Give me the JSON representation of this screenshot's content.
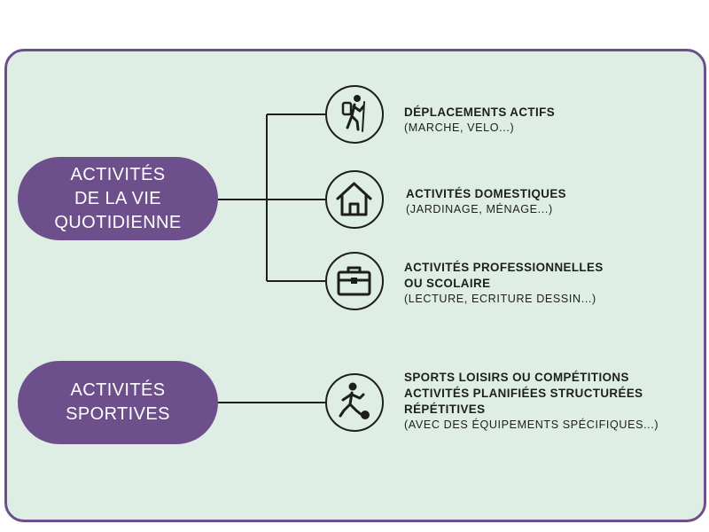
{
  "groups": {
    "daily": {
      "line1": "ACTIVITÉS",
      "line2": "DE LA VIE",
      "line3": "QUOTIDIENNE"
    },
    "sports": {
      "line1": "ACTIVITÉS",
      "line2": "SPORTIVES"
    }
  },
  "items": {
    "active_travel": {
      "icon": "hiker-icon",
      "title": "DÉPLACEMENTS ACTIFS",
      "sub": "(MARCHE, VELO...)"
    },
    "domestic": {
      "icon": "house-icon",
      "title": "ACTIVITÉS DOMESTIQUES",
      "sub": "(JARDINAGE, MÉNAGE...)"
    },
    "professional": {
      "icon": "briefcase-icon",
      "title1": "ACTIVITÉS PROFESSIONNELLES",
      "title2": "OU SCOLAIRE",
      "sub": "(LECTURE, ECRITURE DESSIN...)"
    },
    "sports": {
      "icon": "football-player-icon",
      "title1": "SPORTS LOISIRS OU COMPÉTITIONS",
      "title2": "ACTIVITÉS PLANIFIÉES STRUCTURÉES",
      "title3": "RÉPÉTITIVES",
      "sub": "(AVEC DES ÉQUIPEMENTS SPÉCIFIQUES...)"
    }
  },
  "colors": {
    "accent": "#6d4f8c",
    "panel": "#deeee4",
    "ink": "#1e1e1e"
  }
}
